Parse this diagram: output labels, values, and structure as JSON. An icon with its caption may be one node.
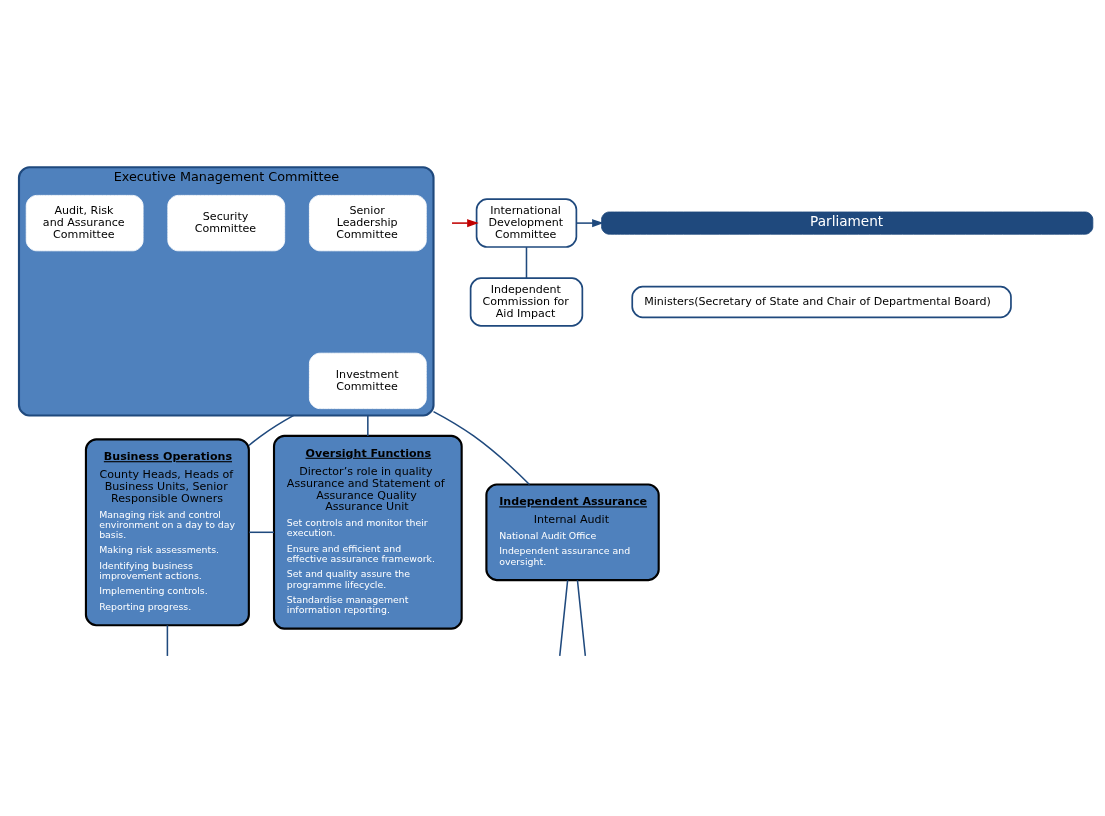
{
  "diagram": {
    "nodes": [
      {
        "text": [
          "Parliament"
        ]
      },
      {
        "text": [
          "Ministers(Secretary of State and Chair of Departmental Board)"
        ]
      },
      {
        "text": [
          "Executive Management Committee"
        ]
      },
      {
        "text": [
          "Investment Committee"
        ],
        "in": 2
      },
      {
        "text": [
          "Senior Leadership Committee"
        ],
        "in": 2
      },
      {
        "text": [
          "Security Committee"
        ],
        "in": 2
      },
      {
        "text": [
          "Audit, Risk and Assurance Committee"
        ],
        "in": 2
      },
      {
        "text": [
          "Business Operations",
          "County Heads, Heads of Business Units, Senior Responsible Owners",
          "Managing risk and control environment on a day to day basis.",
          "Making risk assessments.",
          "Identifying business improvement actions.",
          "Implementing controls.",
          "Reporting progress."
        ]
      },
      {
        "text": [
          "Oversight Functions",
          "Director’s role in quality Assurance and Statement of Assurance Quality Assurance Unit",
          "Set controls and monitor their execution.",
          "Ensure and efficient and effective assurance framework.",
          "Set and quality assure the programme lifecycle.",
          "Standardise management information reporting."
        ]
      },
      {
        "text": [
          "Independent Assurance",
          "Internal Audit",
          "National Audit Office",
          "Independent assurance and oversight."
        ]
      },
      {
        "text": [
          "International Development Committee"
        ]
      },
      {
        "text": [
          "Independent Commission for Aid Impact"
        ]
      }
    ],
    "edges": [
      {
        "from": 10,
        "to": 0,
        "arrow": "to"
      },
      {
        "from": null,
        "to": 10,
        "arrow": "to",
        "color": "#c00000"
      },
      {
        "from": 10,
        "to": 11,
        "arrow": "none"
      },
      {
        "from": 2,
        "to": 7,
        "arrow": "none"
      },
      {
        "from": 2,
        "to": 8,
        "arrow": "none"
      },
      {
        "from": 2,
        "to": 9,
        "arrow": "none"
      },
      {
        "from": 7,
        "to": 8,
        "arrow": "none"
      },
      {
        "from": 9,
        "to": null,
        "arrow": "none"
      },
      {
        "from": 7,
        "to": null,
        "arrow": "none"
      },
      {
        "from": 9,
        "to": null,
        "arrow": "none"
      }
    ]
  }
}
